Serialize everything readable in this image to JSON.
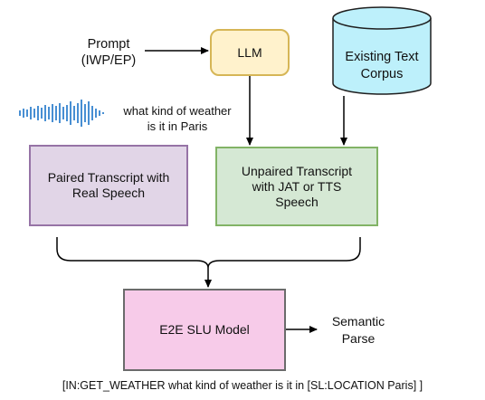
{
  "nodes": {
    "prompt": "Prompt\n(IWP/EP)",
    "llm": "LLM",
    "corpus": "Existing Text\nCorpus",
    "utterance": "what kind of weather\nis it in Paris",
    "paired": "Paired Transcript with\nReal Speech",
    "unpaired": "Unpaired Transcript\nwith JAT or TTS\nSpeech",
    "slu": "E2E SLU Model",
    "semantic_parse": "Semantic\nParse",
    "parse_example": "[IN:GET_WEATHER what kind of weather is it in [SL:LOCATION Paris] ]"
  },
  "colors": {
    "llm_fill": "#fff2cc",
    "llm_stroke": "#d6b656",
    "corpus_fill": "#bdf0fb",
    "corpus_stroke": "#1f1f1f",
    "paired_fill": "#e1d5e7",
    "paired_stroke": "#9673a6",
    "unpaired_fill": "#d5e8d4",
    "unpaired_stroke": "#82b366",
    "slu_fill": "#f7cbe9",
    "slu_stroke": "#6b6b6b",
    "waveform": "#1a73c8"
  }
}
